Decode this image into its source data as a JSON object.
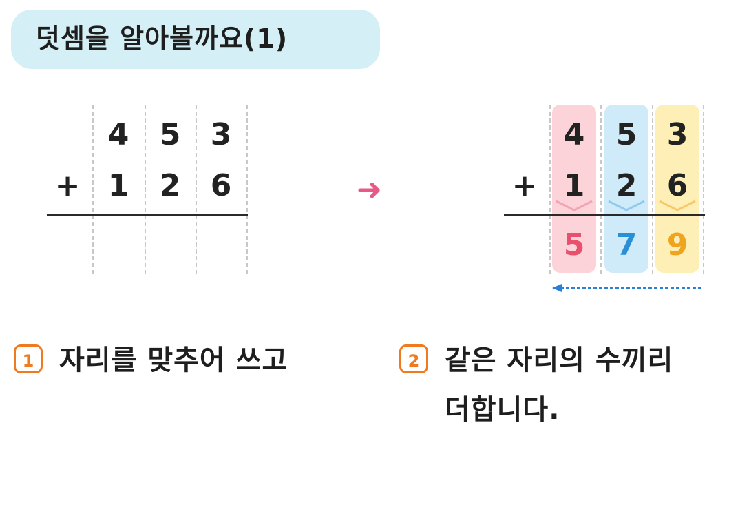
{
  "title": "덧셈을 알아볼까요(1)",
  "left_problem": {
    "top": [
      "4",
      "5",
      "3"
    ],
    "operator": "+",
    "bottom": [
      "1",
      "2",
      "6"
    ]
  },
  "arrow_glyph": "➜",
  "right_problem": {
    "top": [
      "4",
      "5",
      "3"
    ],
    "operator": "+",
    "bottom": [
      "1",
      "2",
      "6"
    ],
    "result": [
      "5",
      "7",
      "9"
    ],
    "column_colors": [
      "#fbd3d8",
      "#cfeaf8",
      "#fdefb5"
    ],
    "result_colors": [
      "#e8506d",
      "#2b8fd6",
      "#f0a31c"
    ]
  },
  "steps": [
    {
      "number": "1",
      "text": "자리를 맞추어 쓰고"
    },
    {
      "number": "2",
      "text_line1": "같은 자리의 수끼리",
      "text_line2": "더합니다."
    }
  ]
}
